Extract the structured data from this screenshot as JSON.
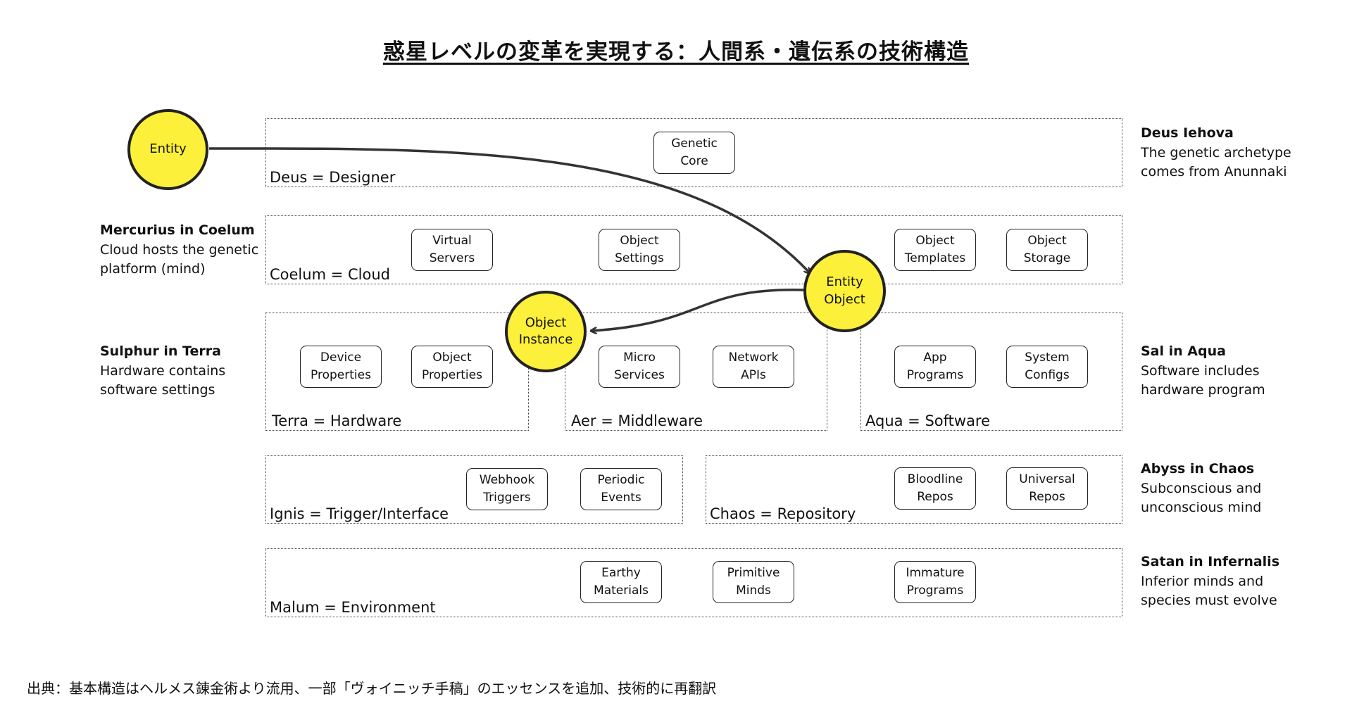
{
  "title": "惑星レベルの変革を実現する：人間系・遺伝系の技術構造",
  "circles": {
    "entity": "Entity",
    "entity_object": [
      "Entity",
      "Object"
    ],
    "object_instance": [
      "Object",
      "Instance"
    ]
  },
  "bands": {
    "deus": "Deus = Designer",
    "coelum": "Coelum = Cloud",
    "terra": "Terra = Hardware",
    "aer": "Aer = Middleware",
    "aqua": "Aqua = Software",
    "ignis": "Ignis = Trigger/Interface",
    "chaos": "Chaos = Repository",
    "malum": "Malum = Environment"
  },
  "nodes": {
    "genetic_core": [
      "Genetic",
      "Core"
    ],
    "virtual_servers": [
      "Virtual",
      "Servers"
    ],
    "object_settings": [
      "Object",
      "Settings"
    ],
    "object_templates": [
      "Object",
      "Templates"
    ],
    "object_storage": [
      "Object",
      "Storage"
    ],
    "device_properties": [
      "Device",
      "Properties"
    ],
    "object_properties": [
      "Object",
      "Properties"
    ],
    "micro_services": [
      "Micro",
      "Services"
    ],
    "network_apis": [
      "Network",
      "APIs"
    ],
    "app_programs": [
      "App",
      "Programs"
    ],
    "system_configs": [
      "System",
      "Configs"
    ],
    "webhook_triggers": [
      "Webhook",
      "Triggers"
    ],
    "periodic_events": [
      "Periodic",
      "Events"
    ],
    "bloodline_repos": [
      "Bloodline",
      "Repos"
    ],
    "universal_repos": [
      "Universal",
      "Repos"
    ],
    "earthy_materials": [
      "Earthy",
      "Materials"
    ],
    "primitive_minds": [
      "Primitive",
      "Minds"
    ],
    "immature_programs": [
      "Immature",
      "Programs"
    ]
  },
  "notes": {
    "deus": {
      "heading": "Deus Iehova",
      "lines": [
        "The genetic archetype",
        "comes from Anunnaki"
      ]
    },
    "mercurius": {
      "heading": "Mercurius in Coelum",
      "lines": [
        "Cloud hosts the genetic",
        "platform (mind)"
      ]
    },
    "sulphur": {
      "heading": "Sulphur in Terra",
      "lines": [
        "Hardware contains",
        "software settings"
      ]
    },
    "sal": {
      "heading": "Sal in Aqua",
      "lines": [
        "Software includes",
        "hardware program"
      ]
    },
    "abyss": {
      "heading": "Abyss in Chaos",
      "lines": [
        "Subconscious and",
        "unconscious mind"
      ]
    },
    "satan": {
      "heading": "Satan in Infernalis",
      "lines": [
        "Inferior minds and",
        "species must evolve"
      ]
    }
  },
  "source": "出典：基本構造はヘルメス錬金術より流用、一部「ヴォイニッチ手稿」のエッセンスを追加、技術的に再翻訳",
  "colors": {
    "circle_fill": "#fdf03a",
    "stroke": "#222222"
  }
}
